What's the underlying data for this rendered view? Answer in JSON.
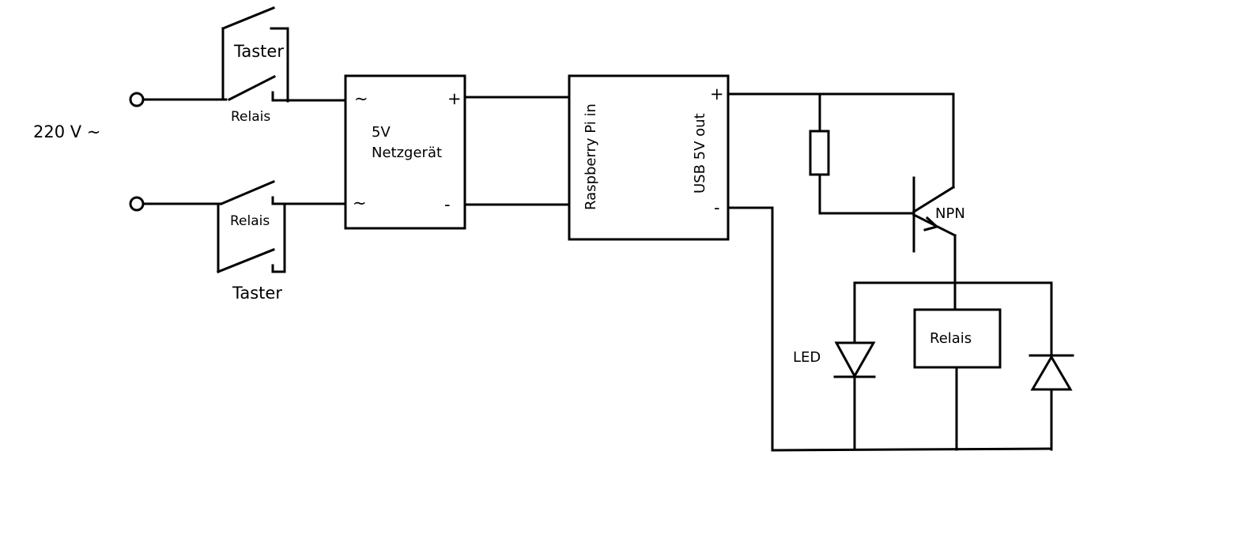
{
  "supply": {
    "voltage_label": "220 V ~"
  },
  "switch_top": {
    "taster_label": "Taster",
    "relais_label": "Relais"
  },
  "switch_bottom": {
    "taster_label": "Taster",
    "relais_label": "Relais"
  },
  "psu": {
    "line1": "5V",
    "line2": "Netzgerät",
    "in_top": "~",
    "in_bottom": "~",
    "out_plus": "+",
    "out_minus": "-"
  },
  "pi": {
    "left_label": "Raspberry Pi in",
    "right_label": "USB 5V out",
    "out_plus": "+",
    "out_minus": "-"
  },
  "transistor": {
    "label": "NPN"
  },
  "relay_coil": {
    "label": "Relais"
  },
  "led": {
    "label": "LED"
  }
}
